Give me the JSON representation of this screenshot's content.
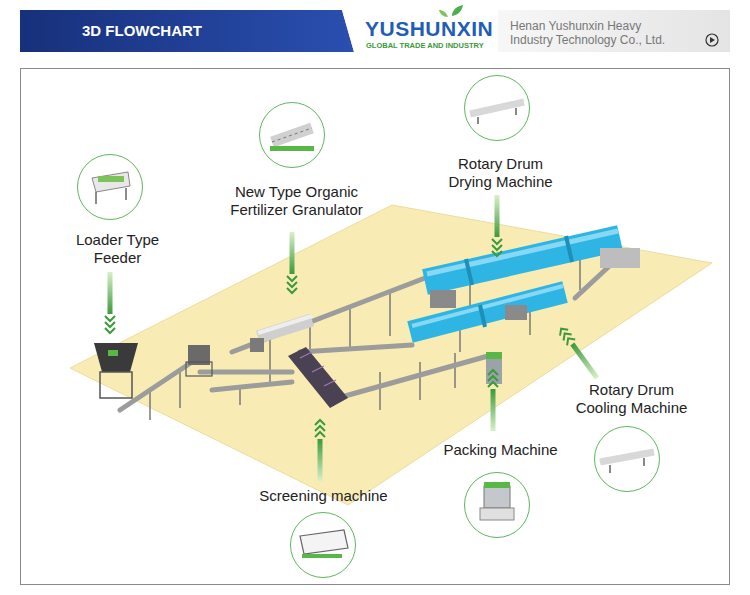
{
  "diagram": {
    "title": "3D FLOWCHART",
    "nodes": [
      {
        "text": [
          "Loader Type Feeder"
        ]
      },
      {
        "text": [
          "New Type Organic Fertilizer Granulator"
        ]
      },
      {
        "text": [
          "Rotary Drum Drying Machine"
        ]
      },
      {
        "text": [
          "Rotary Drum Cooling Machine"
        ]
      },
      {
        "text": [
          "Packing Machine"
        ]
      },
      {
        "text": [
          "Screening machine"
        ]
      }
    ],
    "labels": [
      "YUSHUNXIN",
      "GLOBAL TRADE AND INDUSTRY",
      "Henan Yushunxin Heavy Industry Technology Co., Ltd."
    ]
  }
}
